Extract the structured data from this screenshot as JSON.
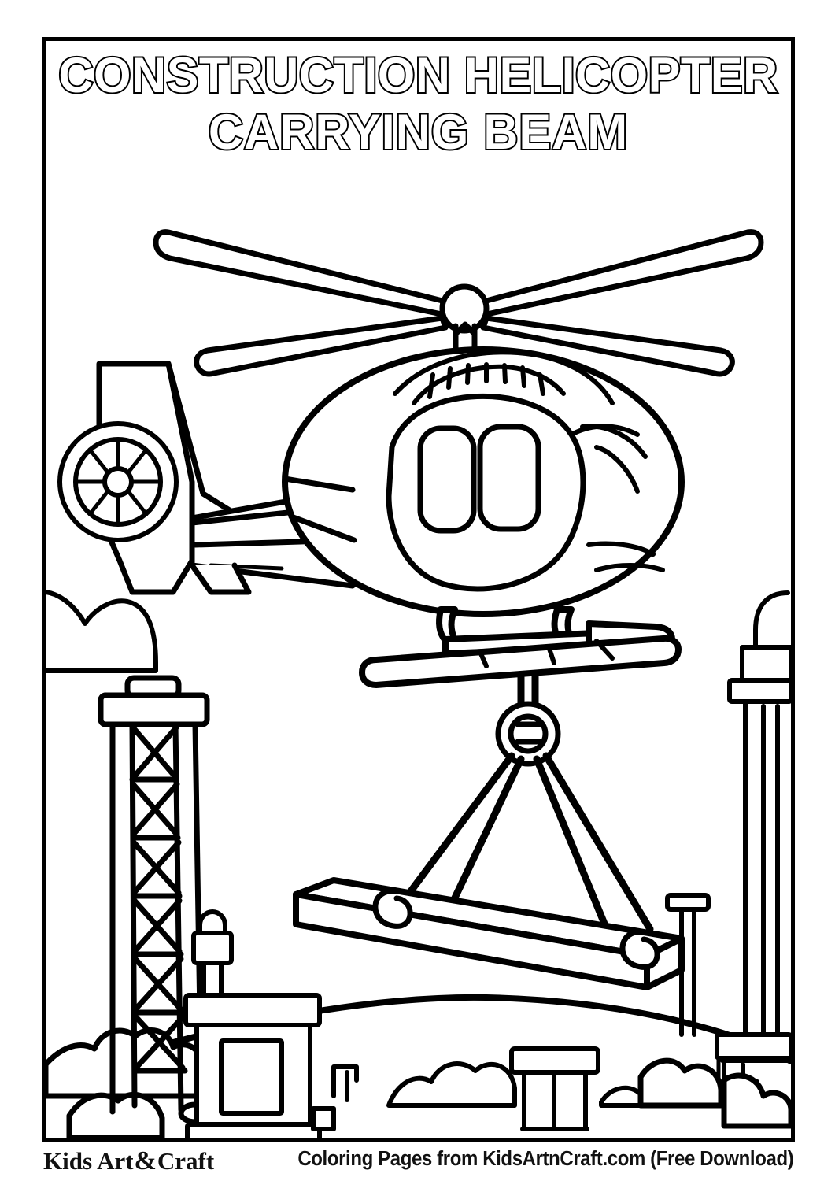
{
  "page": {
    "kind": "coloring-page",
    "background_color": "#ffffff",
    "ink_color": "#000000",
    "border_color": "#000000"
  },
  "title": {
    "line1": "CONSTRUCTION HELICOPTER",
    "line2": "CARRYING BEAM",
    "full": "CONSTRUCTION HELICOPTER CARRYING BEAM",
    "fill_color": "#ffffff",
    "outline_color": "#000000"
  },
  "illustration": {
    "subject": "construction helicopter carrying a steel beam",
    "style": "black outline line-art, uncolored",
    "elements": [
      {
        "name": "main-rotor",
        "detail": "four blades in X pattern with central hub and mast"
      },
      {
        "name": "helicopter-body",
        "detail": "rounded cabin with two windows and windshield"
      },
      {
        "name": "cockpit-vent",
        "detail": "slatted louver panel above windshield"
      },
      {
        "name": "tail-boom",
        "detail": "tapered boom with panel lines"
      },
      {
        "name": "tail-fin",
        "detail": "vertical stabilizer"
      },
      {
        "name": "tail-rotor",
        "detail": "circular fan with radial spokes"
      },
      {
        "name": "landing-skids",
        "detail": "twin skids with struts"
      },
      {
        "name": "cargo-hook",
        "detail": "ring and carabiner below fuselage"
      },
      {
        "name": "sling-cables",
        "detail": "four cables fanning to the beam"
      },
      {
        "name": "steel-beam",
        "detail": "long isometric box beam with two lifting rings"
      },
      {
        "name": "lattice-crane-tower",
        "detail": "left X-braced tower with cap"
      },
      {
        "name": "control-booth",
        "detail": "small building with window and lamp post"
      },
      {
        "name": "right-columns",
        "detail": "tall capped column and post on base slab"
      },
      {
        "name": "ground-hill",
        "detail": "curved ground line with bushes"
      },
      {
        "name": "cloud",
        "detail": "single cloud upper-left"
      }
    ]
  },
  "footer": {
    "brand_left": "Kids Art",
    "brand_amp": "&",
    "brand_right": "Craft",
    "brand_full": "Kids Art & Craft",
    "credit": "Coloring Pages from KidsArtnCraft.com (Free Download)"
  }
}
